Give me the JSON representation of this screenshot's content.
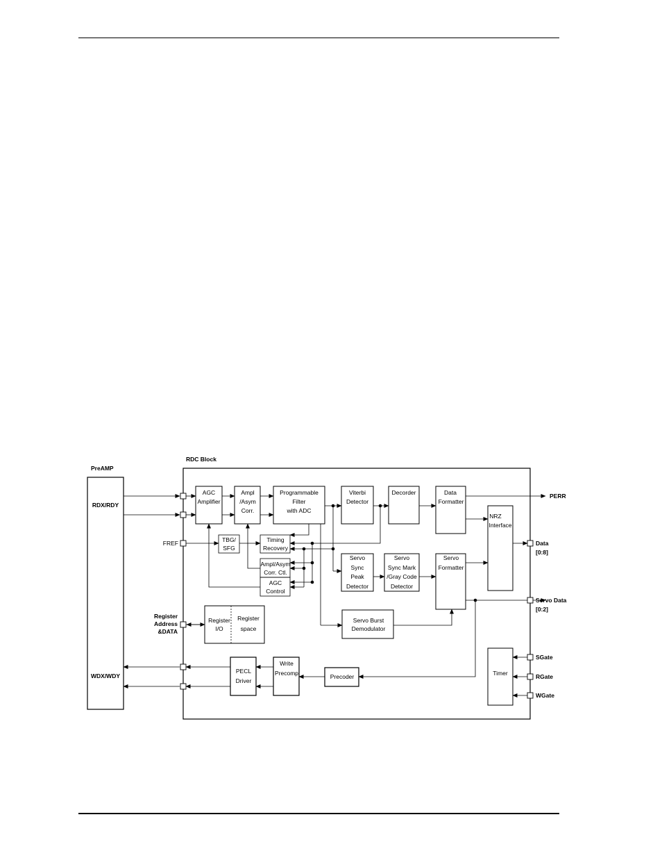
{
  "preamp": {
    "title": "PreAMP",
    "rdx": "RDX/RDY",
    "wdx": "WDX/WDY"
  },
  "rdc": {
    "title": "RDC Block"
  },
  "blocks": {
    "agc_amp": [
      "AGC",
      "Amplifier"
    ],
    "ampl_asym_corr": [
      "Ampl",
      "/Asym",
      "Corr."
    ],
    "prog_filter": [
      "Programmable",
      "Filter",
      "with ADC"
    ],
    "viterbi": [
      "Viterbi",
      "Detector"
    ],
    "decorder": [
      "Decorder"
    ],
    "data_formatter": [
      "Data",
      "Formatter"
    ],
    "nrz": [
      "NRZ",
      "Interface"
    ],
    "tbg": [
      "TBG/",
      "SFG"
    ],
    "timing": [
      "Timing",
      "Recovery"
    ],
    "ampl_asym_ctl": [
      "Ampl/Asym",
      "Corr. Ctl."
    ],
    "agc_ctl": [
      "AGC",
      "Control"
    ],
    "servo_peak": [
      "Servo",
      "Sync",
      "Peak",
      "Detector"
    ],
    "servo_sync_mark": [
      "Servo",
      "Sync Mark",
      "/Gray Code",
      "Detector"
    ],
    "servo_formatter": [
      "Servo",
      "Formatter"
    ],
    "register_io": [
      "Register",
      "I/O"
    ],
    "register_space": [
      "Register",
      "space"
    ],
    "servo_burst": [
      "Servo Burst",
      "Demodulator"
    ],
    "pecl": [
      "PECL",
      "Driver"
    ],
    "write_precomp": [
      "Write",
      "Precomp"
    ],
    "precoder": [
      "Precoder"
    ],
    "timer": [
      "Timer"
    ]
  },
  "pins": {
    "fref": "FREF",
    "register": [
      "Register",
      "Address",
      "&DATA"
    ],
    "perr": "PERR",
    "data": [
      "Data",
      "[0:8]"
    ],
    "servo_data": [
      "Servo Data",
      "[0:2]"
    ],
    "sgate": "SGate",
    "rgate": "RGate",
    "wgate": "WGate"
  }
}
